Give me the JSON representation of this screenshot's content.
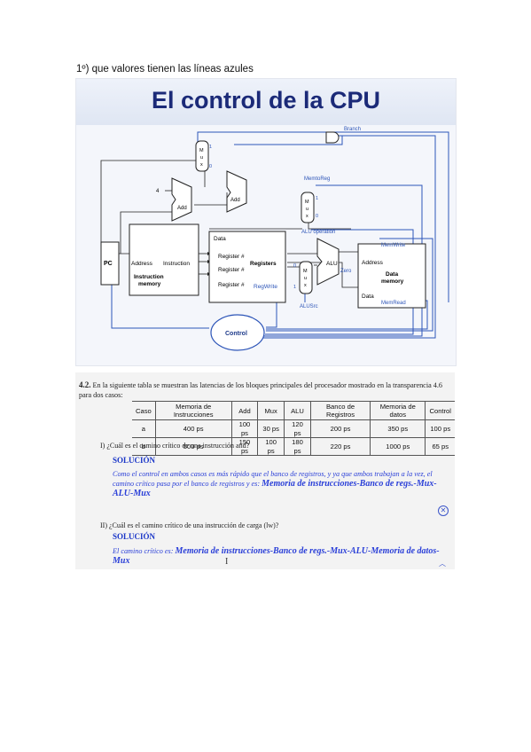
{
  "question1": "1º) que valores tienen las líneas azules",
  "slide": {
    "title": "El control de la CPU",
    "labels": {
      "branch": "Branch",
      "memtoreg": "MemtoReg",
      "alu_operation": "ALU operation",
      "memwrite": "MemWrite",
      "memread": "MemRead",
      "regwrite": "RegWrite",
      "alusrc": "ALUSrc",
      "control": "Control",
      "pc": "PC",
      "add": "Add",
      "four": "4",
      "address": "Address",
      "instruction": "Instruction",
      "instruction_memory_1": "Instruction",
      "instruction_memory_2": "memory",
      "data": "Data",
      "register": "Register #",
      "registers": "Registers",
      "alu": "ALU",
      "zero": "Zero",
      "data_memory_1": "Data",
      "data_memory_2": "memory",
      "mux_m": "M",
      "mux_u": "u",
      "mux_x": "x",
      "zero_in": "0",
      "one_in": "1"
    }
  },
  "exercise": {
    "number": "4.2.",
    "intro": "En la siguiente tabla se muestran las latencias de los bloques principales del procesador mostrado en la transparencia 4.6 para dos casos:",
    "table": {
      "headers": [
        "Caso",
        "Memoria de Instrucciones",
        "Add",
        "Mux",
        "ALU",
        "Banco de Registros",
        "Memoria de datos",
        "Control"
      ],
      "rows": [
        [
          "a",
          "400 ps",
          "100 ps",
          "30 ps",
          "120 ps",
          "200 ps",
          "350 ps",
          "100 ps"
        ],
        [
          "b",
          "500 ps",
          "150 ps",
          "100 ps",
          "180 ps",
          "220 ps",
          "1000 ps",
          "65 ps"
        ]
      ]
    },
    "q_i": "I)  ¿Cuál es el camino crítico de una instrucción and?",
    "sol_label_1": "SOLUCIÓN",
    "answer_i_text": "Como el control en ambos casos es más rápido que el banco de registros, y ya que ambos trabajan a la vez, el camino crítico pasa por el banco de registros y es:",
    "answer_i_em": "Memoria de instrucciones-Banco de regs.-Mux-ALU-Mux",
    "q_ii": "II)  ¿Cuál es el camino crítico de una instrucción de carga (lw)?",
    "sol_label_2": "SOLUCIÓN",
    "answer_ii_text": "El camino crítico es:",
    "answer_ii_em": "Memoria de instrucciones-Banco de regs.-Mux-ALU-Memoria de datos-Mux"
  }
}
